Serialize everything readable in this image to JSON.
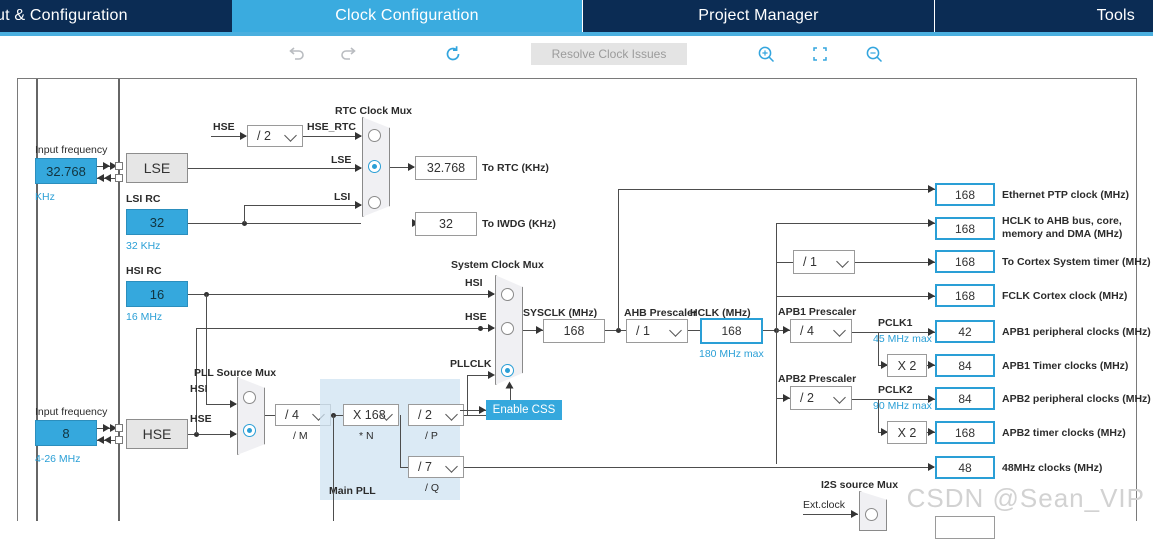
{
  "tabs": [
    {
      "label": "ut & Configuration",
      "active": false
    },
    {
      "label": "Clock Configuration",
      "active": true
    },
    {
      "label": "Project Manager",
      "active": false
    },
    {
      "label": "Tools",
      "active": false
    }
  ],
  "toolbar": {
    "undo_icon": "undo-icon",
    "redo_icon": "redo-icon",
    "refresh_icon": "refresh-icon",
    "resolve_label": "Resolve Clock Issues",
    "zoom_in_icon": "zoom-in-icon",
    "fit_icon": "fit-to-screen-icon",
    "zoom_out_icon": "zoom-out-icon"
  },
  "clock_tree": {
    "lse": {
      "input_frequency_label": "Input frequency",
      "value": "32.768",
      "unit": "KHz",
      "osc_label": "LSE"
    },
    "lsi": {
      "title": "LSI RC",
      "value": "32",
      "unit": "32 KHz"
    },
    "hsi": {
      "title": "HSI RC",
      "value": "16",
      "unit": "16 MHz"
    },
    "hse": {
      "input_frequency_label": "Input frequency",
      "value": "8",
      "unit": "4-26 MHz",
      "osc_label": "HSE"
    },
    "hse_rtc_divider": {
      "in_label": "HSE",
      "value": "/ 2",
      "out_label": "HSE_RTC"
    },
    "rtc_mux": {
      "title": "RTC Clock Mux",
      "inputs": [
        "HSE_RTC",
        "LSE",
        "LSI"
      ],
      "selected": "LSE"
    },
    "to_rtc": {
      "value": "32.768",
      "label": "To RTC (KHz)"
    },
    "to_iwdg": {
      "value": "32",
      "label": "To IWDG (KHz)"
    },
    "pll_source_mux": {
      "title": "PLL Source Mux",
      "inputs": [
        "HSI",
        "HSE"
      ],
      "selected": "HSE"
    },
    "pll_m": {
      "value": "/ 4",
      "label": "/ M"
    },
    "pll_n": {
      "value": "X 168",
      "label": "* N"
    },
    "pll_p": {
      "value": "/ 2",
      "label": "/ P"
    },
    "pll_q": {
      "value": "/ 7",
      "label": "/ Q"
    },
    "main_pll_label": "Main PLL",
    "system_clock_mux": {
      "title": "System Clock Mux",
      "inputs": [
        "HSI",
        "HSE",
        "PLLCLK"
      ],
      "selected": "PLLCLK"
    },
    "enable_css": {
      "label": "Enable CSS"
    },
    "sysclk": {
      "title": "SYSCLK (MHz)",
      "value": "168"
    },
    "ahb_prescaler": {
      "title": "AHB Prescaler",
      "value": "/ 1"
    },
    "hclk": {
      "title": "HCLK (MHz)",
      "value": "168",
      "max_note": "180 MHz max"
    },
    "cortex_divider": {
      "value": "/ 1"
    },
    "apb1_prescaler": {
      "title": "APB1 Prescaler",
      "value": "/ 4"
    },
    "apb2_prescaler": {
      "title": "APB2 Prescaler",
      "value": "/ 2"
    },
    "pclk1": {
      "label": "PCLK1",
      "max_note": "45 MHz max"
    },
    "pclk2": {
      "label": "PCLK2",
      "max_note": "90 MHz max"
    },
    "apb1_timer_mul": {
      "value": "X 2"
    },
    "apb2_timer_mul": {
      "value": "X 2"
    },
    "i2s_source_mux": {
      "title": "I2S source Mux",
      "input_label": "Ext.clock"
    },
    "outputs": [
      {
        "value": "168",
        "label": "Ethernet PTP clock (MHz)"
      },
      {
        "value": "168",
        "label": "HCLK to AHB bus, core,"
      },
      {
        "value": "168",
        "label": "To Cortex System timer (MHz)"
      },
      {
        "value": "168",
        "label": "FCLK Cortex clock (MHz)"
      },
      {
        "value": "42",
        "label": "APB1 peripheral clocks (MHz)"
      },
      {
        "value": "84",
        "label": "APB1 Timer clocks (MHz)"
      },
      {
        "value": "84",
        "label": "APB2 peripheral clocks (MHz)"
      },
      {
        "value": "168",
        "label": "APB2 timer clocks (MHz)"
      },
      {
        "value": "48",
        "label": "48MHz clocks (MHz)"
      }
    ],
    "hclk_label_line2": "memory and DMA (MHz)"
  },
  "watermark": "CSDN @Sean_VIP",
  "colors": {
    "tab_bar": "#0b2c54",
    "tab_active": "#3aabdf",
    "accent": "#2a9fd6",
    "value_fill": "#35a8dd"
  }
}
